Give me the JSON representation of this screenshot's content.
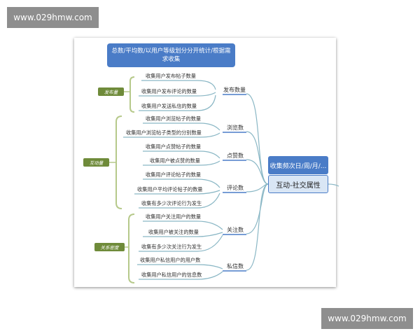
{
  "watermark": {
    "text": "www.029hmw.com"
  },
  "title": "总数/平均数/以用户等级划分分开统计/根据需求收集",
  "central_node": {
    "frequency": "收集频次日/周/月/...",
    "label": "互动-社交属性"
  },
  "groups": [
    {
      "tag": "发布量",
      "metrics": [
        {
          "label": "发布数量",
          "items": [
            "收集用户发布帖子数量",
            "收集用户发布评论的数量",
            "收集用户发送私信的数量"
          ]
        }
      ]
    },
    {
      "tag": "互动量",
      "metrics": [
        {
          "label": "浏览数",
          "items": [
            "收集用户浏览帖子的数量",
            "收集用户浏览帖子类型的分别数量"
          ]
        },
        {
          "label": "点赞数",
          "items": [
            "收集用户点赞帖子的数量",
            "收集用户被点赞的数量"
          ]
        },
        {
          "label": "评论数",
          "items": [
            "收集用户评论帖子的数量",
            "收集用户平均评论帖子的数量",
            "收集有多少次评论行为发生"
          ]
        }
      ]
    },
    {
      "tag": "关系密度",
      "metrics": [
        {
          "label": "关注数",
          "items": [
            "收集用户关注用户的数量",
            "收集用户被关注的数量",
            "收集有多少次关注行为发生"
          ]
        },
        {
          "label": "私信数",
          "items": [
            "收集用户私信用户的用户数",
            "收集用户私信用户的信息数"
          ]
        }
      ]
    }
  ],
  "colors": {
    "node_blue": "#4a7cc7",
    "tag_green": "#6f8b3a",
    "line_teal": "#8ab7c5",
    "bracket_green": "#b6c98a"
  }
}
